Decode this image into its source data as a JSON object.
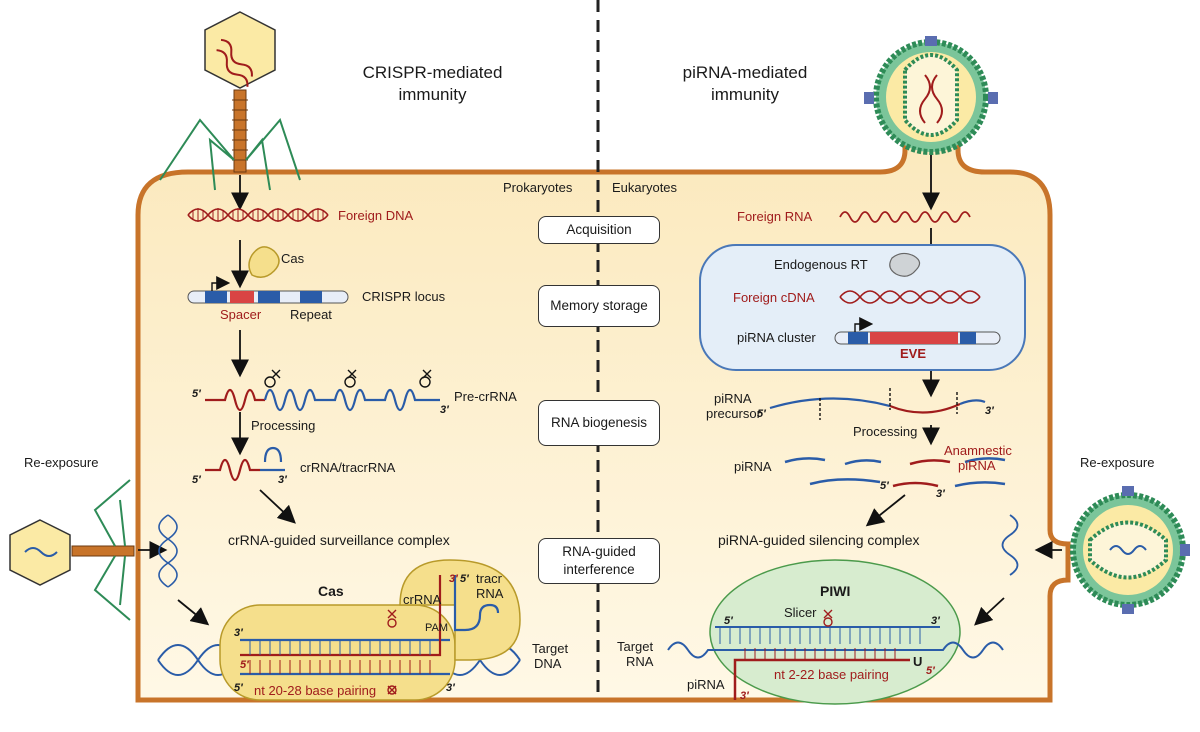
{
  "titles": {
    "left": "CRISPR-mediated immunity",
    "right": "piRNA-mediated immunity"
  },
  "domains": {
    "left": "Prokaryotes",
    "right": "Eukaryotes"
  },
  "stages": [
    "Acquisition",
    "Memory storage",
    "RNA biogenesis",
    "RNA-guided interference"
  ],
  "left": {
    "foreign_dna": "Foreign DNA",
    "cas": "Cas",
    "crispr_locus": "CRISPR locus",
    "spacer": "Spacer",
    "repeat": "Repeat",
    "pre_crrna": "Pre-crRNA",
    "processing": "Processing",
    "crrna_tracrrna": "crRNA/tracrRNA",
    "surveillance": "crRNA-guided surveillance complex",
    "complex_cas": "Cas",
    "crrna": "crRNA",
    "tracr": "tracr",
    "rna": "RNA",
    "pam": "PAM",
    "target_dna_1": "Target",
    "target_dna_2": "DNA",
    "pairing": "nt 20-28 base pairing",
    "reexposure": "Re-exposure"
  },
  "right": {
    "foreign_rna": "Foreign RNA",
    "endogenous_rt": "Endogenous RT",
    "foreign_cdna": "Foreign cDNA",
    "pirna_cluster": "piRNA cluster",
    "eve": "EVE",
    "pirna_precursor_1": "piRNA",
    "pirna_precursor_2": "precursor",
    "processing": "Processing",
    "anamnestic_1": "Anamnestic",
    "anamnestic_2": "piRNA",
    "pirna": "piRNA",
    "silencing": "piRNA-guided silencing complex",
    "piwi": "PIWI",
    "slicer": "Slicer",
    "target_rna_1": "Target",
    "target_rna_2": "RNA",
    "pirna_strand": "piRNA",
    "pairing": "nt 2-22 base pairing",
    "u": "U",
    "reexposure": "Re-exposure"
  },
  "ends": {
    "five": "5′",
    "three": "3′"
  },
  "colors": {
    "cell_fill": "#fdf0cf",
    "membrane": "#c8742a",
    "dna_red": "#a01c1c",
    "dna_blue": "#2a5ca8",
    "virus_green": "#2e8b57",
    "complex_fill": "#f5df8c",
    "piwi_fill": "#d7eccf",
    "nucleus_fill": "#e4eef8"
  }
}
